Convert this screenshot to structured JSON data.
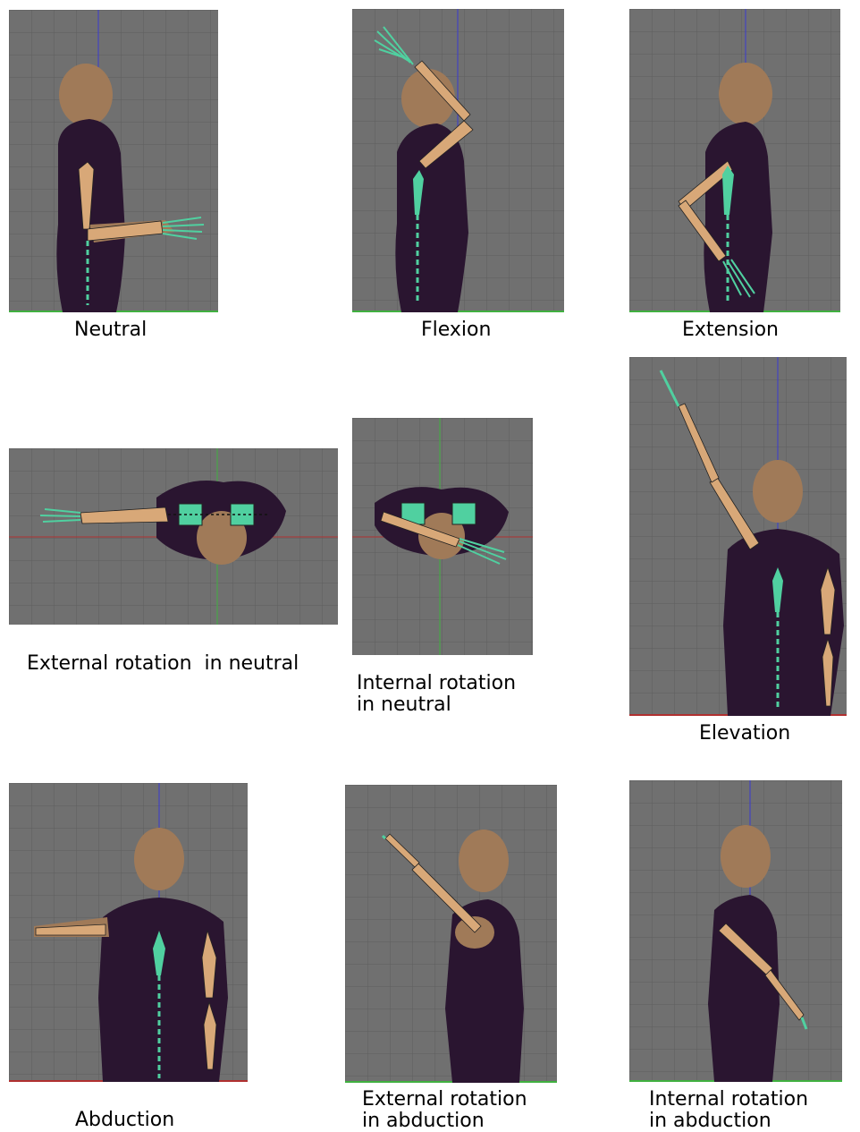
{
  "figure": {
    "panels": [
      {
        "id": "neutral",
        "caption": "Neutral",
        "view": "side"
      },
      {
        "id": "flexion",
        "caption": "Flexion",
        "view": "side"
      },
      {
        "id": "extension",
        "caption": "Extension",
        "view": "side"
      },
      {
        "id": "ext_rot_neutral",
        "caption": "External rotation  in neutral",
        "view": "top"
      },
      {
        "id": "int_rot_neutral",
        "caption_line1": "Internal rotation",
        "caption_line2": "in neutral",
        "view": "top"
      },
      {
        "id": "elevation",
        "caption": "Elevation",
        "view": "front"
      },
      {
        "id": "abduction",
        "caption": "Abduction",
        "view": "front"
      },
      {
        "id": "ext_rot_abduction",
        "caption_line1": "External rotation",
        "caption_line2": "in abduction",
        "view": "side"
      },
      {
        "id": "int_rot_abduction",
        "caption_line1": "Internal rotation",
        "caption_line2": "in abduction",
        "view": "side"
      }
    ],
    "colors": {
      "viewport_bg": "#707070",
      "grid_line": "#5e5e5e",
      "axis_vertical": "#3a3ad0",
      "axis_horizontal_red": "#b03030",
      "axis_green": "#40b040",
      "skin": "#a07a58",
      "suit": "#2a1530",
      "bone": "#d8a878",
      "bone_selected": "#50d0a0"
    }
  }
}
